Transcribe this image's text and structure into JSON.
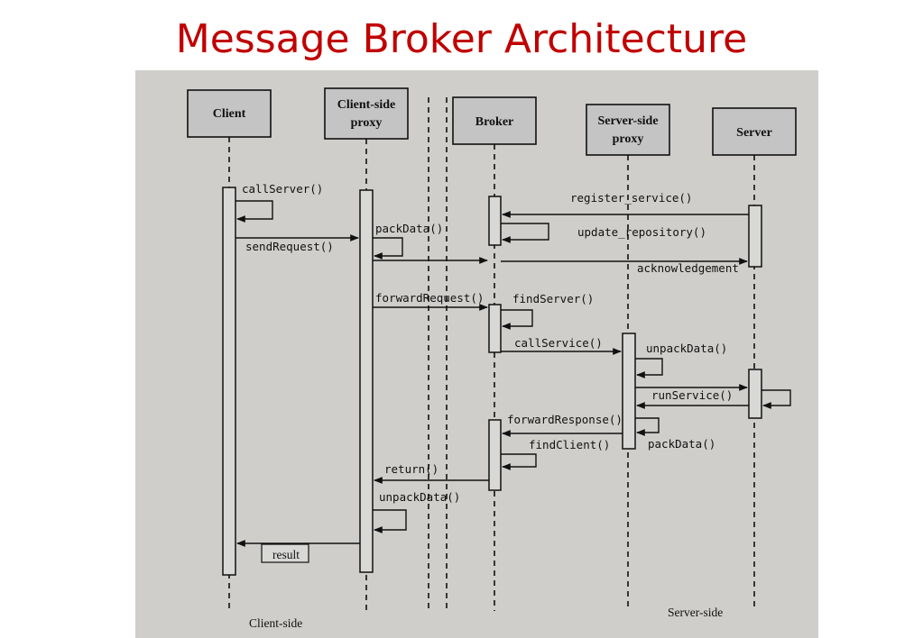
{
  "title": "Message Broker Architecture",
  "participants": [
    {
      "lines": [
        "Client"
      ]
    },
    {
      "lines": [
        "Client-side",
        "proxy"
      ]
    },
    {
      "lines": [
        "Broker"
      ]
    },
    {
      "lines": [
        "Server-side",
        "proxy"
      ]
    },
    {
      "lines": [
        "Server"
      ]
    }
  ],
  "messages": {
    "callServer": "callServer()",
    "register_service": "register_service()",
    "packData1": "packData()",
    "update_repository": "update_repository()",
    "sendRequest": "sendRequest()",
    "acknowledgement": "acknowledgement",
    "forwardRequest": "forwardRequest()",
    "findServer": "findServer()",
    "callService": "callService()",
    "unpackData1": "unpackData()",
    "runService": "runService()",
    "forwardResponse": "forwardResponse()",
    "findClient": "findClient()",
    "packData2": "packData()",
    "return": "return()",
    "unpackData2": "unpackData()",
    "result": "result"
  },
  "groups": {
    "client_side": "Client-side",
    "server_side": "Server-side"
  }
}
